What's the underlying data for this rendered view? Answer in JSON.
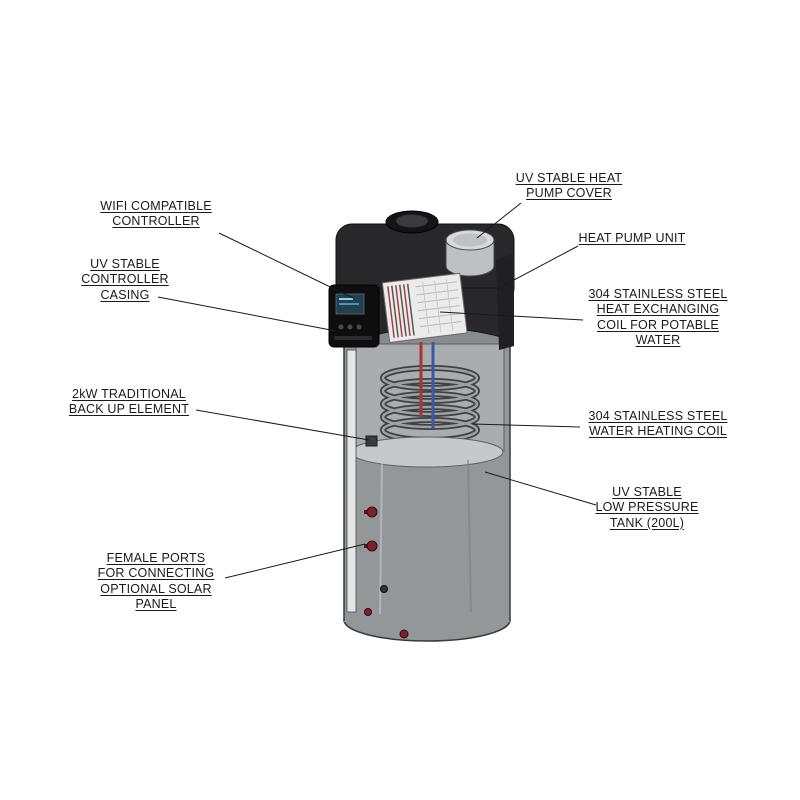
{
  "diagram": {
    "background": "#ffffff",
    "labels": {
      "wifi_controller": "WIFI COMPATIBLE\nCONTROLLER",
      "controller_casing": "UV STABLE\nCONTROLLER\nCASING",
      "backup_element": "2kW TRADITIONAL\nBACK UP ELEMENT",
      "female_ports": "FEMALE PORTS\nFOR CONNECTING\nOPTIONAL SOLAR\nPANEL",
      "heat_pump_cover": "UV STABLE HEAT\nPUMP COVER",
      "heat_pump_unit": "HEAT PUMP UNIT",
      "heat_exchanging_coil": "304 STAINLESS STEEL\nHEAT EXCHANGING\nCOIL FOR POTABLE\nWATER",
      "water_heating_coil": "304 STAINLESS STEEL\nWATER HEATING COIL",
      "low_pressure_tank": "UV STABLE\nLOW PRESSURE\nTANK (200L)"
    },
    "colors": {
      "hot_pipe": "#a83434",
      "cold_pipe": "#3a57a8",
      "leader_line": "#1a1a1a",
      "tank_body": "#94979a",
      "pump_cover": "#28282a"
    }
  }
}
